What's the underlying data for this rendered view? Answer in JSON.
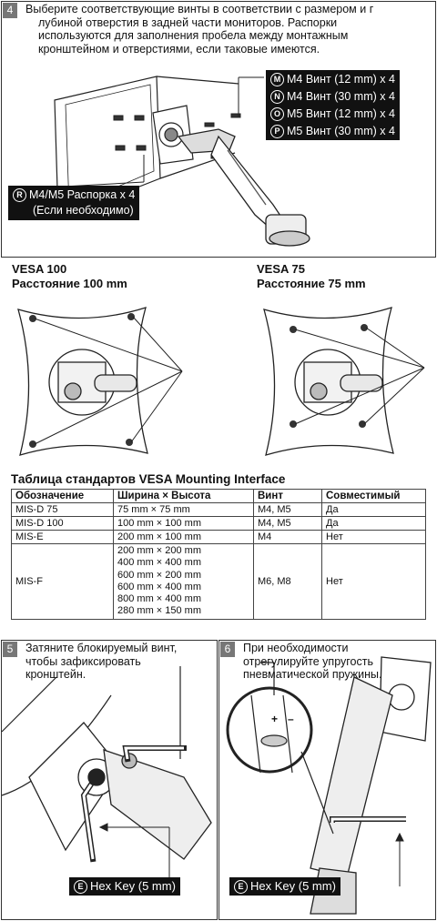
{
  "step4": {
    "number": "4",
    "lines": [
      "Выберите соответствующие винты в соответствии с размером и г",
      "лубиной отверстия в задней части мониторов. Распорки",
      "используются для заполнения пробела между монтажным",
      "кронштейном и отверстиями, если таковые имеются."
    ],
    "screws": [
      {
        "letter": "M",
        "label": "M4 Винт (12 mm) x 4"
      },
      {
        "letter": "N",
        "label": "M4 Винт (30 mm) x 4"
      },
      {
        "letter": "O",
        "label": "M5 Винт (12 mm) x 4"
      },
      {
        "letter": "P",
        "label": "M5 Винт (30 mm) x 4"
      }
    ],
    "spacer": {
      "letter": "R",
      "line1": "M4/M5 Распорка x 4",
      "line2": "(Если необходимо)"
    }
  },
  "vesa100": {
    "title": "VESA 100",
    "subtitle": "Расстояние 100 mm"
  },
  "vesa75": {
    "title": "VESA 75",
    "subtitle": "Расстояние 75 mm"
  },
  "table": {
    "title": "Таблица стандартов VESA Mounting Interface",
    "headers": [
      "Обозначение",
      "Ширина × Высота",
      "Винт",
      "Совместимый"
    ],
    "rows": [
      {
        "name": "MIS-D 75",
        "sizes": [
          "75 mm × 75 mm"
        ],
        "screw": "M4, M5",
        "compat": "Да"
      },
      {
        "name": "MIS-D 100",
        "sizes": [
          "100 mm × 100 mm"
        ],
        "screw": "M4, M5",
        "compat": "Да"
      },
      {
        "name": "MIS-E",
        "sizes": [
          "200 mm × 100 mm"
        ],
        "screw": "M4",
        "compat": "Нет"
      },
      {
        "name": "MIS-F",
        "sizes": [
          "200 mm × 200 mm",
          "400 mm × 400 mm",
          "600 mm × 200 mm",
          "600 mm × 400 mm",
          "800 mm × 400 mm",
          "280 mm × 150 mm"
        ],
        "screw": "M6, M8",
        "compat": "Нет"
      }
    ]
  },
  "step5": {
    "number": "5",
    "lines": [
      "Затяните блокируемый винт,",
      "чтобы зафиксировать",
      "кронштейн."
    ],
    "hexkey": {
      "letter": "E",
      "label": "Hex Key (5 mm)"
    }
  },
  "step6": {
    "number": "6",
    "lines": [
      "При необходимости",
      "отрегулируйте упругость",
      "пневматической пружины."
    ],
    "hexkey": {
      "letter": "E",
      "label": "Hex Key (5 mm)"
    },
    "plus": "+",
    "minus": "–"
  }
}
